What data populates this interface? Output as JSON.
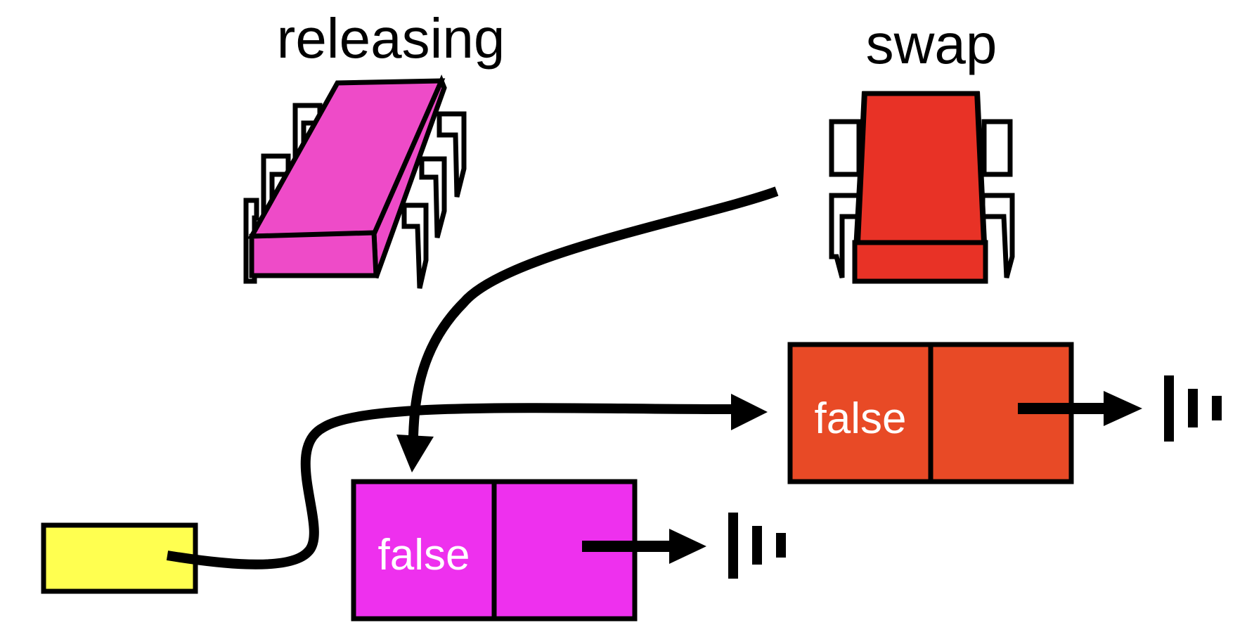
{
  "labels": {
    "releasing": "releasing",
    "swap": "swap"
  },
  "nodes": {
    "magenta": {
      "value": "false"
    },
    "red": {
      "value": "false"
    }
  },
  "colors": {
    "magenta_node": "#EE30EE",
    "magenta_chair": "#EE4BC8",
    "red_node": "#E84A26",
    "red_chair": "#E83226",
    "yellow_box": "#FFFF50",
    "stroke": "#000000"
  }
}
